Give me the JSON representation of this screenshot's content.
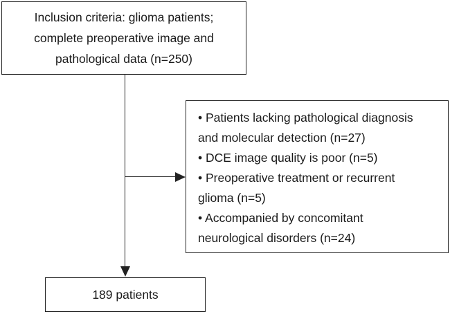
{
  "inclusion": {
    "lines": [
      "Inclusion criteria: glioma patients;",
      "complete preoperative image and",
      "pathological data (n=250)"
    ]
  },
  "exclusion": {
    "lines": [
      "• Patients lacking pathological diagnosis",
      "and molecular detection (n=27)",
      "• DCE image quality is poor (n=5)",
      "• Preoperative treatment or recurrent",
      "glioma (n=5)",
      "• Accompanied by concomitant",
      "neurological disorders (n=24)"
    ]
  },
  "result": {
    "label": "189 patients"
  }
}
